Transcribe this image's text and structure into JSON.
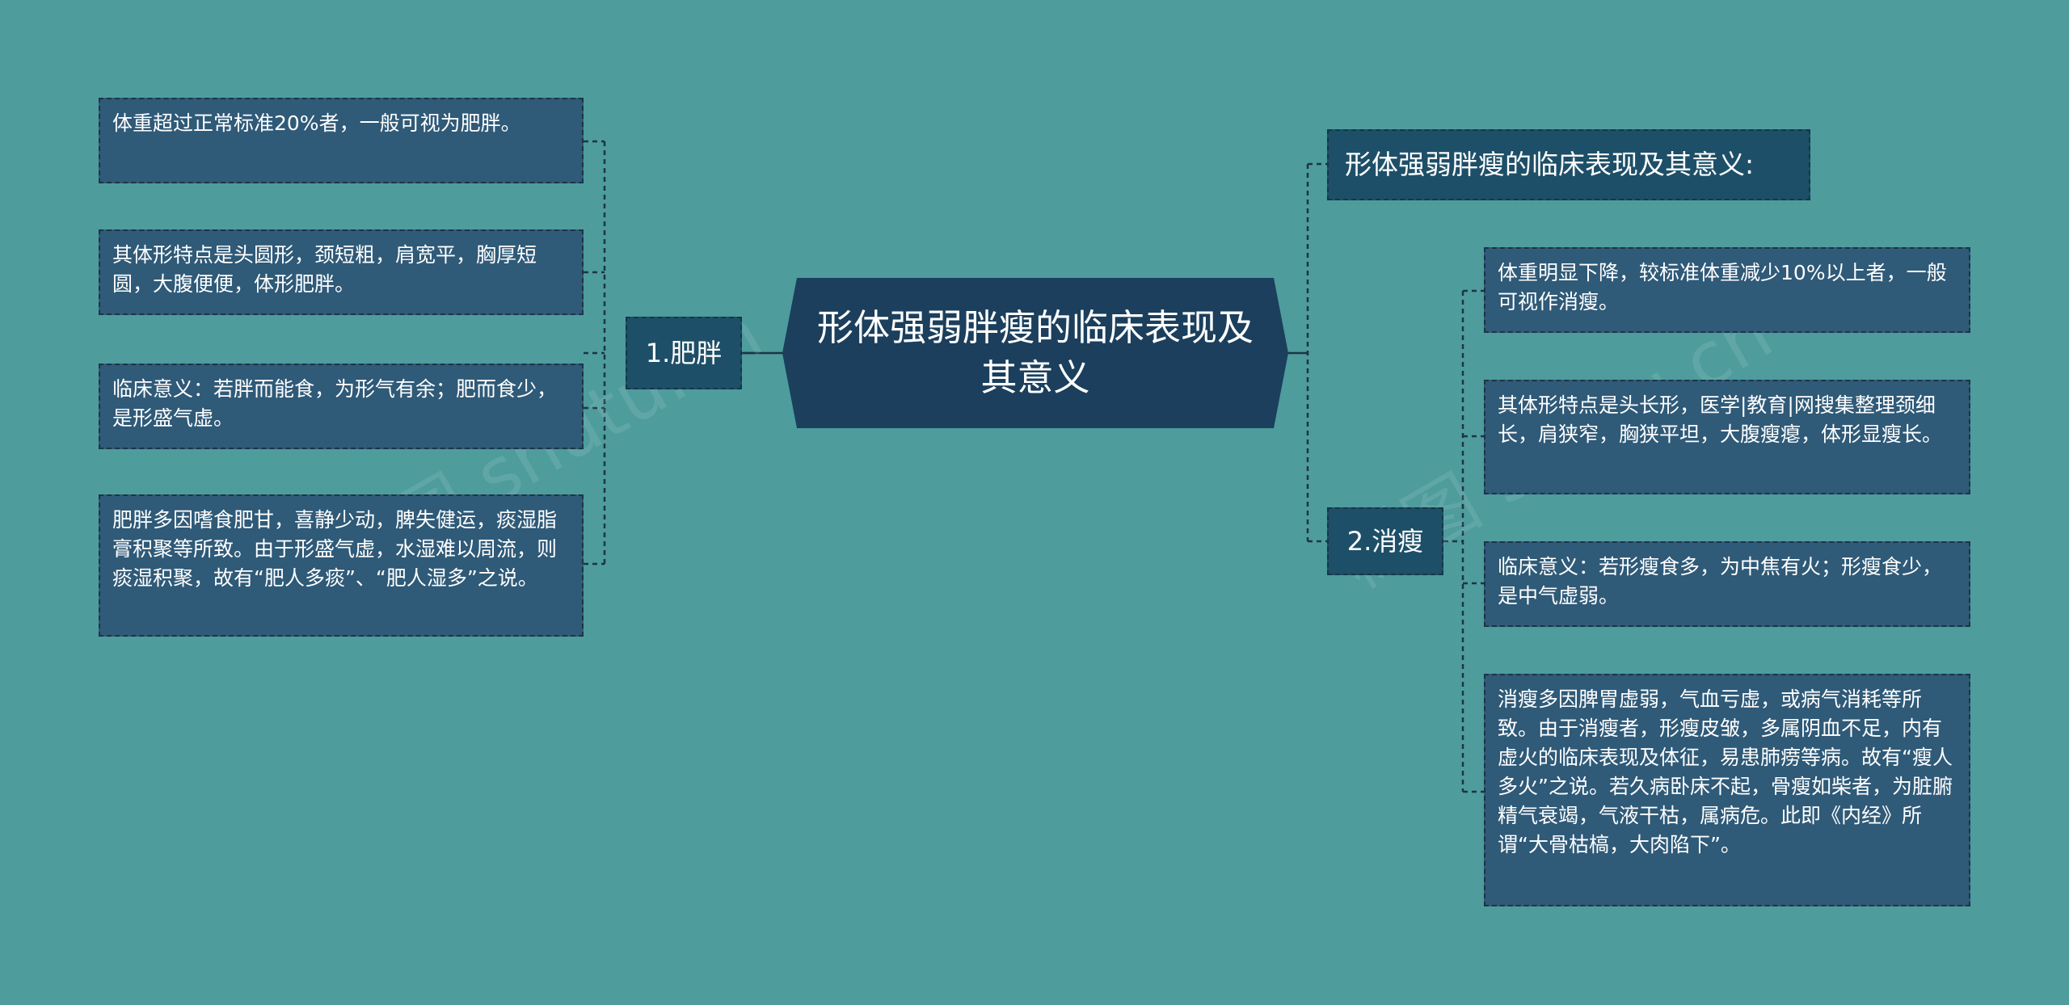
{
  "root": {
    "title": "形体强弱胖瘦的临床表现及其意义"
  },
  "top_label": {
    "text": "形体强弱胖瘦的临床表现及其意义:"
  },
  "left_branch": {
    "label": "1.肥胖",
    "items": [
      "体重超过正常标准20%者，一般可视为肥胖。",
      "其体形特点是头圆形，颈短粗，肩宽平，胸厚短圆，大腹便便，体形肥胖。",
      "临床意义：若胖而能食，为形气有余；肥而食少，是形盛气虚。",
      "肥胖多因嗜食肥甘，喜静少动，脾失健运，痰湿脂膏积聚等所致。由于形盛气虚，水湿难以周流，则痰湿积聚，故有“肥人多痰”、“肥人湿多”之说。"
    ]
  },
  "right_branch": {
    "label": "2.消瘦",
    "items": [
      "体重明显下降，较标准体重减少10%以上者，一般可视作消瘦。",
      "其体形特点是头长形，医学|教育|网搜集整理颈细长，肩狭窄，胸狭平坦，大腹瘦瘪，体形显瘦长。",
      "临床意义：若形瘦食多，为中焦有火；形瘦食少，是中气虚弱。",
      "消瘦多因脾胃虚弱，气血亏虚，或病气消耗等所致。由于消瘦者，形瘦皮皱，多属阴血不足，内有虚火的临床表现及体征，易患肺痨等病。故有“瘦人多火”之说。若久病卧床不起，骨瘦如柴者，为脏腑精气衰竭，气液干枯，属病危。此即《内经》所谓“大骨枯槁，大肉陷下”。"
    ]
  },
  "watermarks": [
    "树图 shutu.cn",
    "树图 shutu.cn"
  ],
  "colors": {
    "background": "#4e9c9c",
    "root_fill": "#1b3f5c",
    "branch_fill": "#1e4f68",
    "leaf_fill": "#2f5a78",
    "connector": "#1c3447"
  }
}
